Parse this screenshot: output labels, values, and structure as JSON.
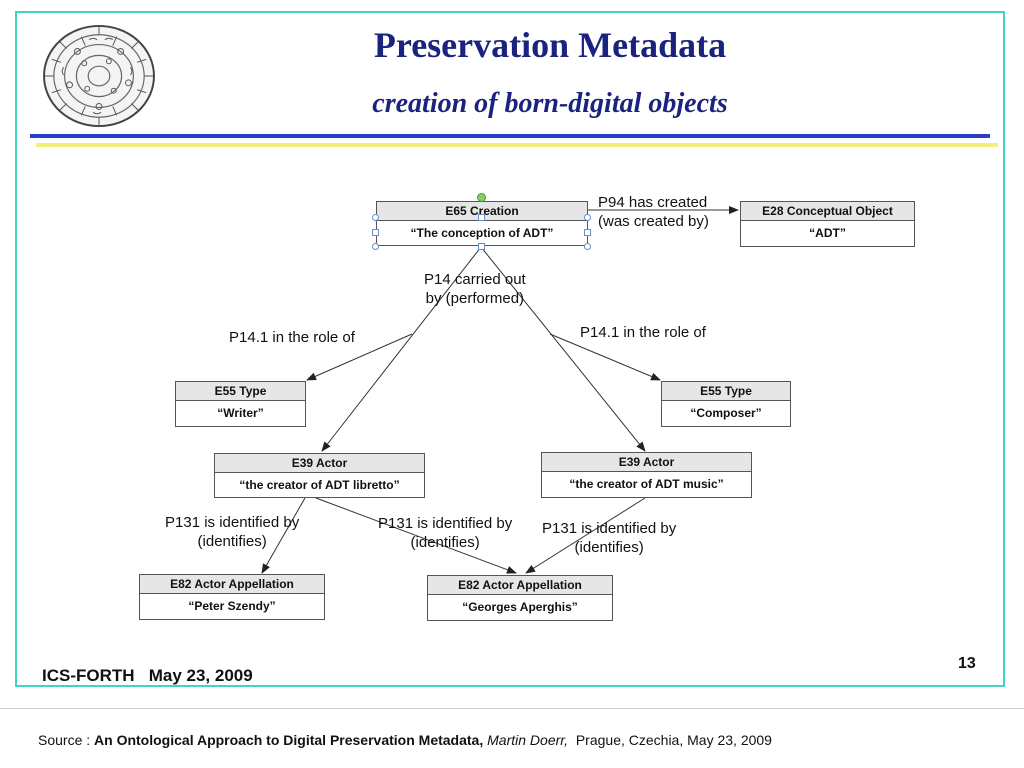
{
  "slide": {
    "title": "Preservation Metadata",
    "subtitle": "creation of born-digital objects",
    "footer_org": "ICS-FORTH",
    "footer_date": "May 23, 2009",
    "page_number": "13"
  },
  "nodes": {
    "creation": {
      "type": "E65 Creation",
      "value": "“The conception of ADT”"
    },
    "conceptual": {
      "type": "E28 Conceptual Object",
      "value": "“ADT”"
    },
    "type_writer": {
      "type": "E55 Type",
      "value": "“Writer”"
    },
    "type_composer": {
      "type": "E55 Type",
      "value": "“Composer”"
    },
    "actor_libretto": {
      "type": "E39 Actor",
      "value": "“the creator of ADT libretto”"
    },
    "actor_music": {
      "type": "E39 Actor",
      "value": "“the creator of ADT music”"
    },
    "appellation_szendy": {
      "type": "E82 Actor Appellation",
      "value": "“Peter Szendy”"
    },
    "appellation_aperghis": {
      "type": "E82 Actor Appellation",
      "value": "“Georges Aperghis”"
    }
  },
  "edges": {
    "p94_line1": "P94 has created",
    "p94_line2": "(was created by)",
    "p14_line1": "P14 carried out",
    "p14_line2": "by (performed)",
    "p141_left": "P14.1 in the role of",
    "p141_right": "P14.1 in the role of",
    "p131_a_line1": "P131 is identified by",
    "p131_a_line2": "(identifies)",
    "p131_b_line1": "P131 is identified by",
    "p131_b_line2": "(identifies)",
    "p131_c_line1": "P131 is identified by",
    "p131_c_line2": "(identifies)"
  },
  "source": {
    "prefix": "Source : ",
    "title": "An Ontological Approach to Digital Preservation Metadata,",
    "author": "Martin Doerr,",
    "place_date": "Prague, Czechia, May 23, 2009"
  }
}
